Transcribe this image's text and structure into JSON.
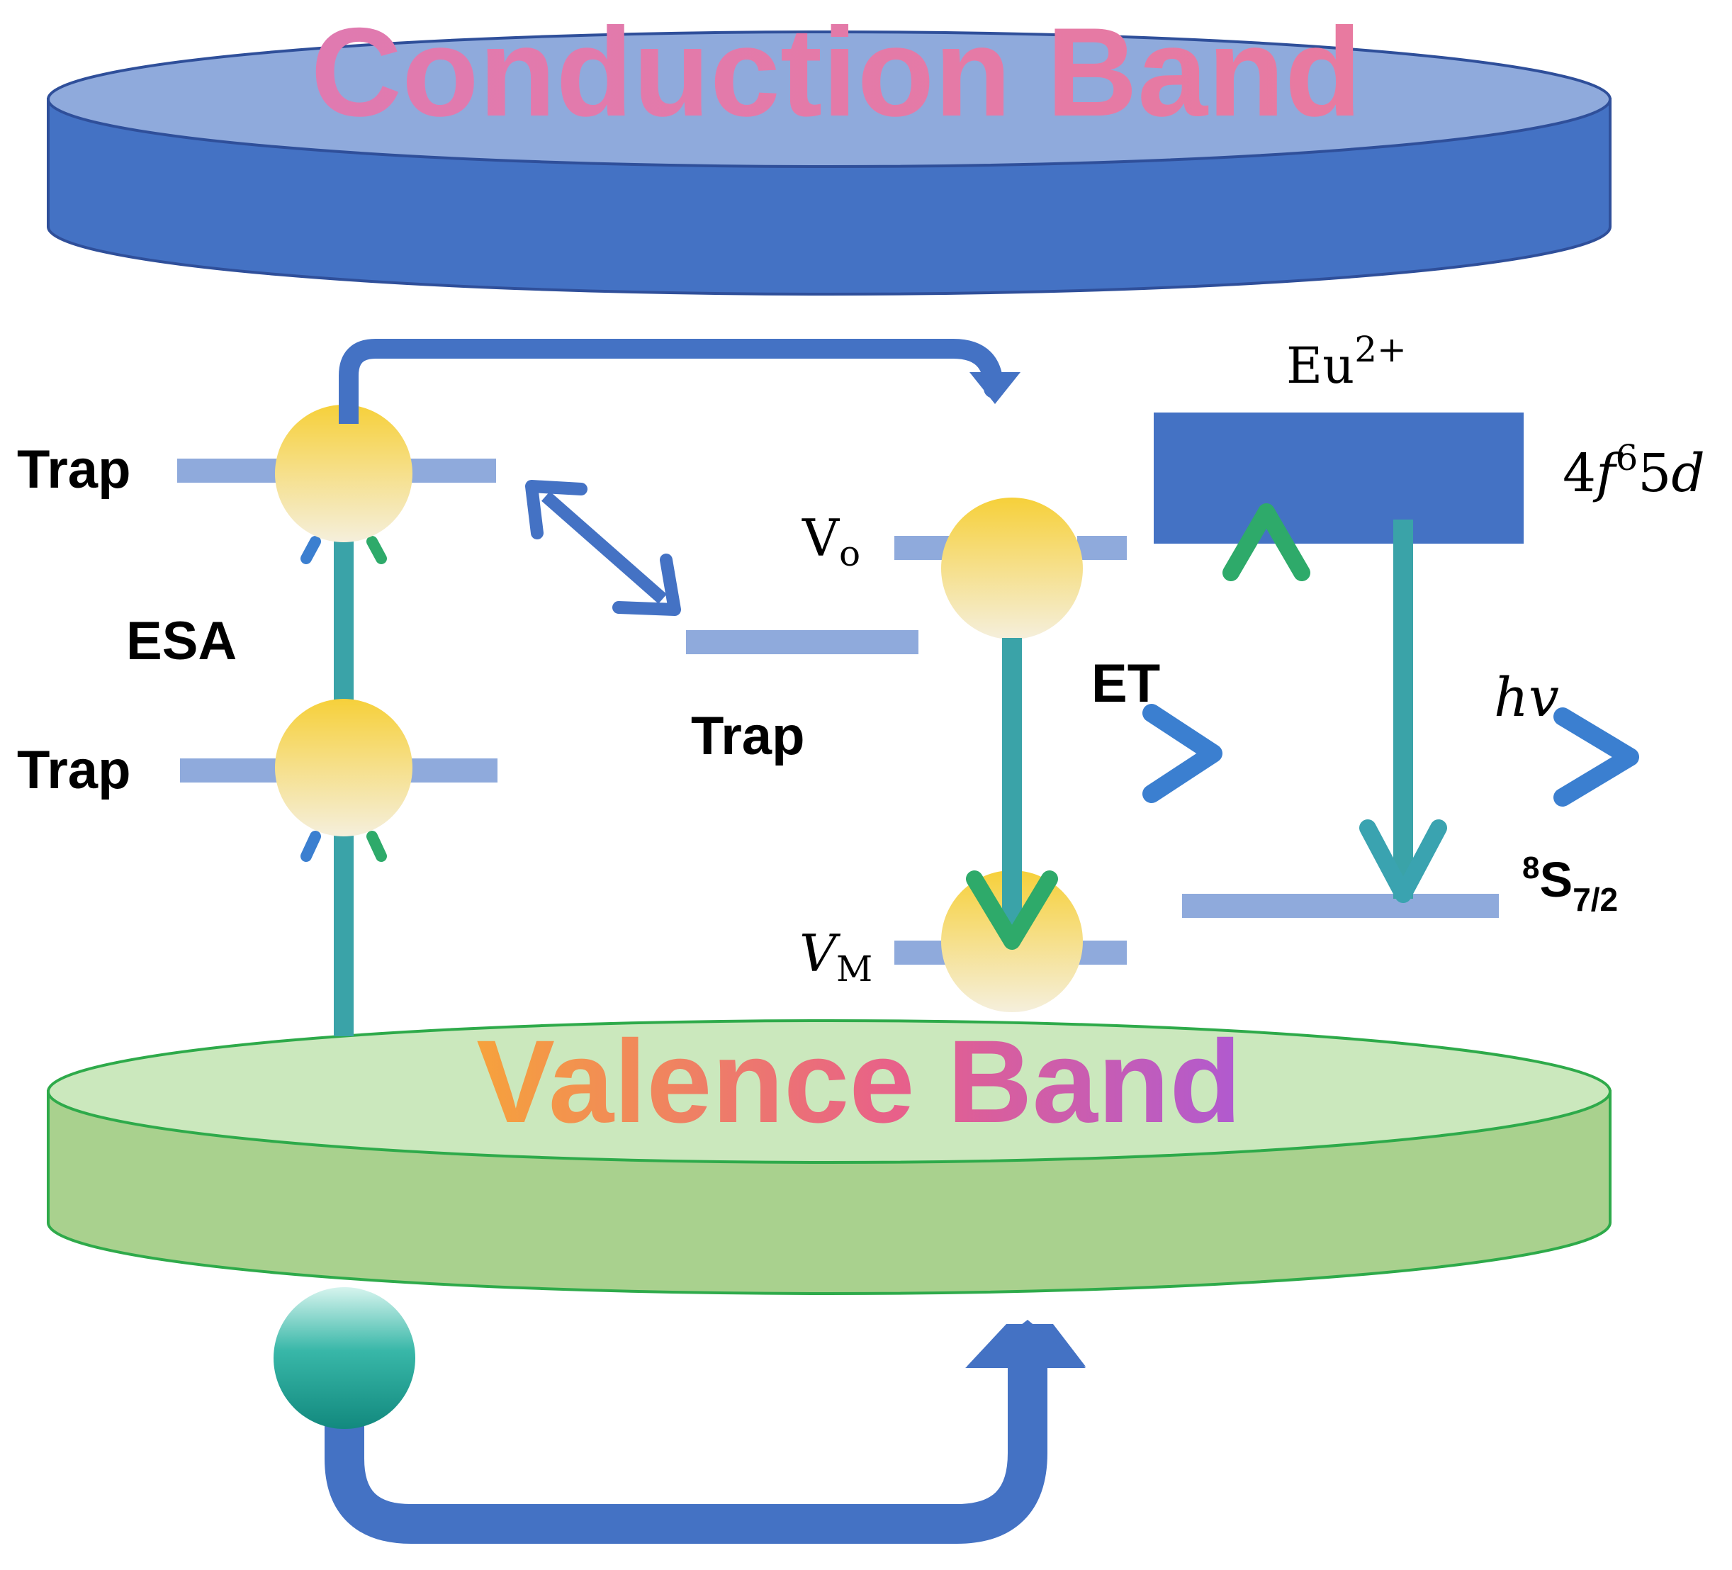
{
  "bands": {
    "conduction": {
      "label": "Conduction Band",
      "fill_top": "#8faadc",
      "fill_side": "#4472c4",
      "stroke": "#2f4f9a"
    },
    "valence": {
      "label": "Valence Band",
      "fill_top": "#cbe8bd",
      "fill_side": "#a9d18e",
      "stroke": "#2eaa4a"
    }
  },
  "labels": {
    "trap_upper": "Trap",
    "trap_lower": "Trap",
    "trap_middle": "Trap",
    "esa": "ESA",
    "et": "ET",
    "vo_main": "V",
    "vo_sub": "o",
    "vm_main": "V",
    "vm_sub": "M",
    "eu_main": "Eu",
    "eu_sup": "2+",
    "excited_a": "4",
    "excited_f": "f",
    "excited_sup": "6",
    "excited_b": "5",
    "excited_d": "d",
    "ground_sup": "8",
    "ground_main": "S",
    "ground_sub": "7/2",
    "hv": "hv"
  },
  "colors": {
    "level_line": "#8faadc",
    "blue_arrow": "#4472c4",
    "teal": "#3aa3a8",
    "green": "#2eaa6a",
    "electron_top": "#f6d03a",
    "electron_bottom": "#f7f0d6",
    "hole_top": "#d8f4ee",
    "hole_bottom": "#14958a",
    "eu_box": "#4472c4"
  }
}
